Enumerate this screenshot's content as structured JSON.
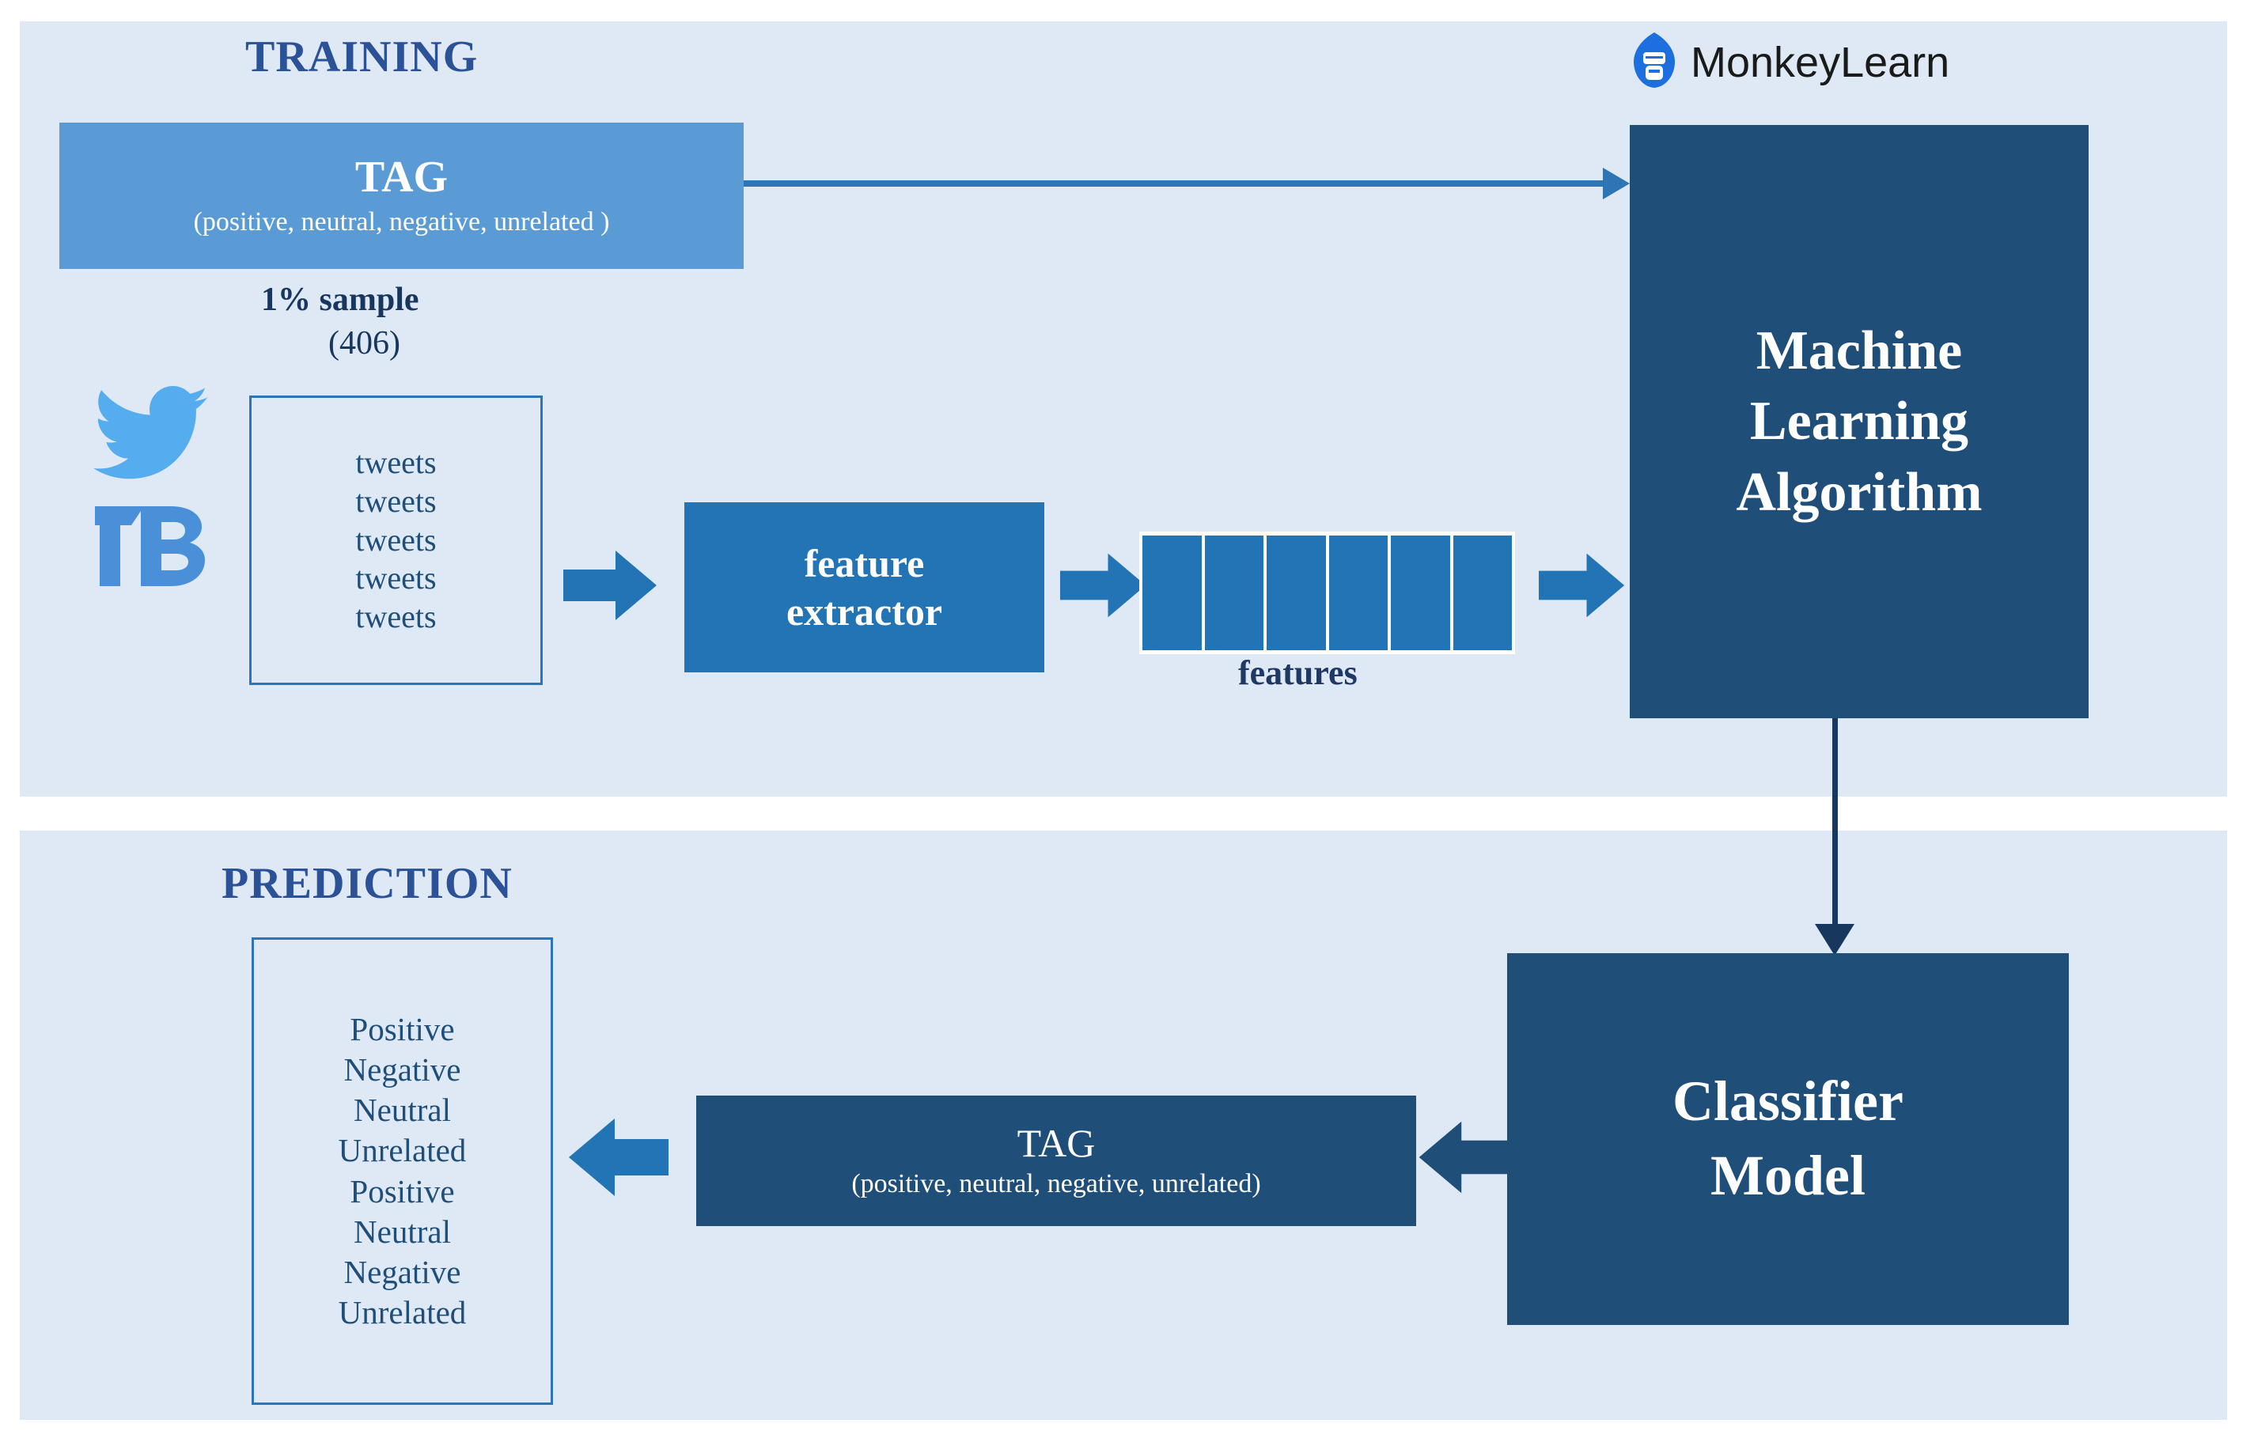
{
  "brand": {
    "name": "MonkeyLearn",
    "logo_icon": "monkeylearn-logo-icon",
    "logo_color": "#1d6fe0"
  },
  "colors": {
    "panel_background": "#dee9f5",
    "light_blue_box": "#5b9bd5",
    "mid_blue_box": "#2274b5",
    "dark_navy_box": "#1f4e79",
    "arrow_blue": "#2274b5",
    "arrow_navy": "#1f4e79",
    "title_text": "#2b5196",
    "body_text": "#1f4e79"
  },
  "training": {
    "title": "TRAINING",
    "tag_box": {
      "title": "TAG",
      "subtitle": "(positive, neutral, negative, unrelated )"
    },
    "sample_label": "1% sample",
    "sample_count": "(406)",
    "source_icons": [
      {
        "name": "twitter-bird-icon",
        "label": "Twitter"
      },
      {
        "name": "tb-logo-icon",
        "label": "TB"
      }
    ],
    "tweets_box": {
      "lines": [
        "tweets",
        "tweets",
        "tweets",
        "tweets",
        "tweets"
      ]
    },
    "feature_extractor": {
      "line1": "feature",
      "line2": "extractor"
    },
    "features": {
      "label": "features",
      "cell_count": 6
    },
    "ml_box": {
      "line1": "Machine",
      "line2": "Learning",
      "line3": "Algorithm"
    },
    "arrows": [
      {
        "name": "arrow-tweets-to-extractor",
        "direction": "right"
      },
      {
        "name": "arrow-extractor-to-features",
        "direction": "right"
      },
      {
        "name": "arrow-features-to-ml",
        "direction": "right"
      },
      {
        "name": "arrow-tag-to-ml",
        "direction": "right"
      }
    ]
  },
  "prediction": {
    "title": "PREDICTION",
    "results_box": {
      "lines": [
        "Positive",
        "Negative",
        "Neutral",
        "Unrelated",
        "Positive",
        "Neutral",
        "Negative",
        "Unrelated"
      ]
    },
    "tag_box": {
      "title": "TAG",
      "subtitle": "(positive, neutral, negative, unrelated)"
    },
    "classifier_box": {
      "line1": "Classifier",
      "line2": "Model"
    },
    "arrows": [
      {
        "name": "arrow-tag-to-results",
        "direction": "left"
      },
      {
        "name": "arrow-classifier-to-tag",
        "direction": "left"
      },
      {
        "name": "arrow-ml-to-classifier",
        "direction": "down"
      }
    ]
  }
}
